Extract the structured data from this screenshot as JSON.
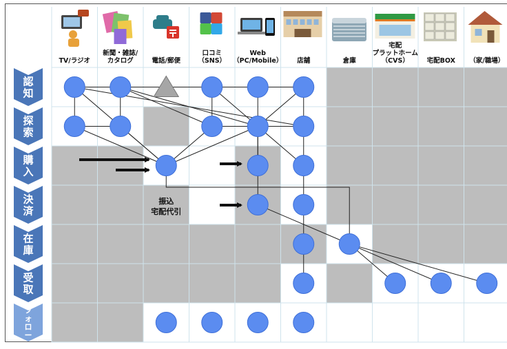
{
  "columns": [
    {
      "label": [
        "TV/ラジオ"
      ],
      "icon": "tv-radio-icon"
    },
    {
      "label": [
        "新聞・雑誌/",
        "カタログ"
      ],
      "icon": "magazine-icon"
    },
    {
      "label": [
        "電話/郵便"
      ],
      "icon": "phone-post-icon"
    },
    {
      "label": [
        "口コミ",
        "（SNS）"
      ],
      "icon": "sns-icon"
    },
    {
      "label": [
        "Web",
        "（PC/Mobile）"
      ],
      "icon": "pc-mobile-icon"
    },
    {
      "label": [
        "店舗"
      ],
      "icon": "store-icon"
    },
    {
      "label": [
        "倉庫"
      ],
      "icon": "warehouse-icon"
    },
    {
      "label": [
        "宅配",
        "プラットホーム",
        "（CVS）"
      ],
      "icon": "convenience-store-icon"
    },
    {
      "label": [
        "宅配BOX"
      ],
      "icon": "delivery-box-icon"
    },
    {
      "label": [
        "（家/職場）"
      ],
      "icon": "house-icon"
    }
  ],
  "rows": [
    "認知",
    "探索",
    "購入",
    "決済",
    "在庫",
    "受取",
    "フォロー"
  ],
  "note": [
    "振込",
    "宅配代引"
  ],
  "colors": {
    "node": "#5b8cf0",
    "triangle": "#a6a6a6",
    "blocked_cell": "#bdbdbd",
    "row_arrow": "#4a76b8",
    "row_arrow_last": "#7ea4dc",
    "grid_line": "#cfe3ec"
  }
}
